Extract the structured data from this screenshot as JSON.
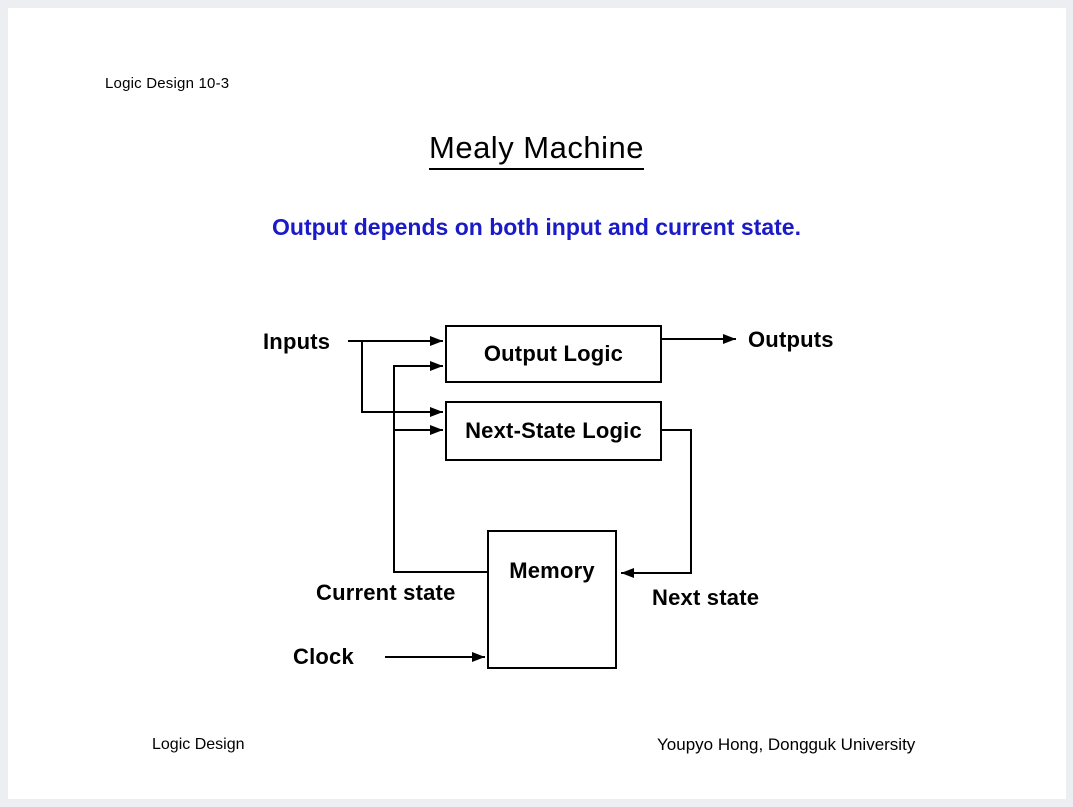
{
  "page": {
    "background_color": "#eceef2",
    "surface_color": "#ffffff"
  },
  "header": {
    "slide_code": "Logic Design 10-3"
  },
  "title": "Mealy Machine",
  "subtitle": {
    "text": "Output depends on both input and current state.",
    "color": "#1a1ac9"
  },
  "diagram": {
    "blocks": [
      {
        "id": "output-logic",
        "label": "Output Logic"
      },
      {
        "id": "next-state-logic",
        "label": "Next-State Logic"
      },
      {
        "id": "memory",
        "label": "Memory"
      }
    ],
    "labels": {
      "inputs": "Inputs",
      "outputs": "Outputs",
      "current_state": "Current state",
      "next_state": "Next state",
      "clock": "Clock"
    },
    "line_color": "#000000"
  },
  "footer": {
    "left": "Logic Design",
    "right": "Youpyo Hong, Dongguk University"
  }
}
